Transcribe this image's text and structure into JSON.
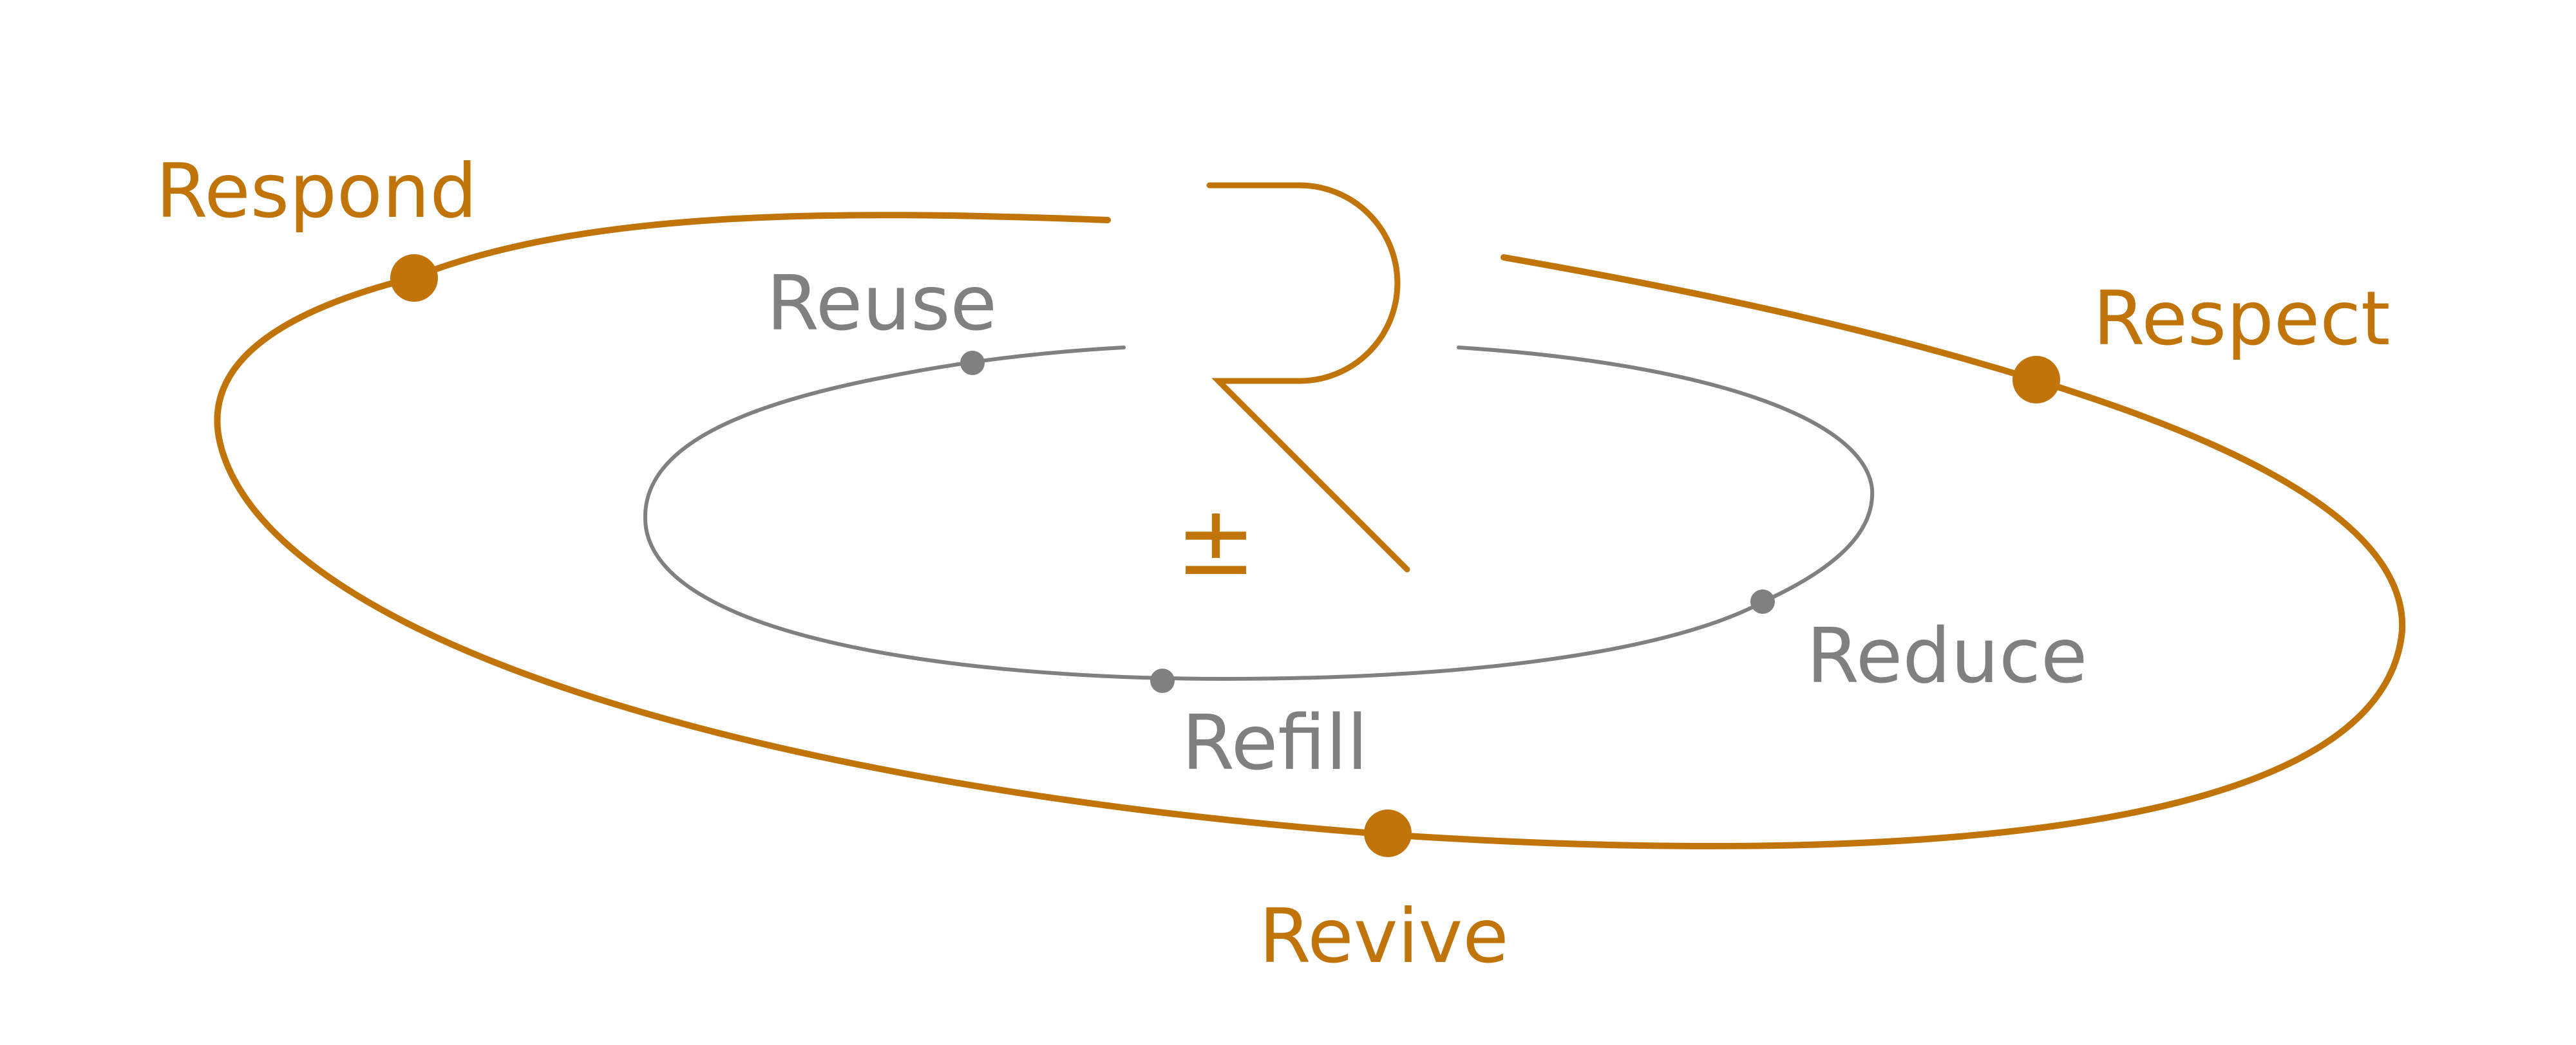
{
  "colors": {
    "accent": "#C0740A",
    "neutral": "#808080",
    "background": "#FFFFFF"
  },
  "outer_ring": {
    "labels": {
      "respond": "Respond",
      "respect": "Respect",
      "revive": "Revive"
    }
  },
  "inner_ring": {
    "labels": {
      "reuse": "Reuse",
      "reduce": "Reduce",
      "refill": "Refill"
    }
  },
  "center": {
    "symbol": "±",
    "logo_letter": "R"
  }
}
